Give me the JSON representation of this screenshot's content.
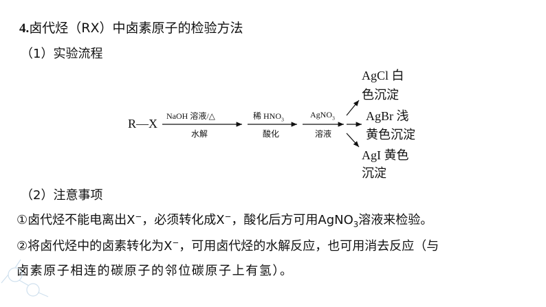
{
  "heading": {
    "number": "4.",
    "text": "卤代烃（RX）中卤素原子的检验方法"
  },
  "section1": {
    "label": "（1）实验流程"
  },
  "flow": {
    "reactant": "R—X",
    "step1_top": "NaOH 溶液/△",
    "step1_bottom": "水解",
    "step2_top_prefix": "稀 HNO",
    "step2_top_sub": "3",
    "step2_bottom": "酸化",
    "step3_top_prefix": "AgNO",
    "step3_top_sub": "3",
    "step3_bottom": "溶液",
    "products": [
      {
        "line1": "AgCl 白",
        "line2": "色沉淀"
      },
      {
        "line1": "AgBr 浅",
        "line2": "黄色沉淀"
      },
      {
        "line1": "AgI 黄色",
        "line2": "沉淀"
      }
    ]
  },
  "section2": {
    "label": "（2）注意事项"
  },
  "notes": {
    "n1_a": "①卤代烃不能电离出X",
    "n1_sup1": "−",
    "n1_b": "，必须转化成X",
    "n1_sup2": "−",
    "n1_c": "，酸化后方可用AgNO",
    "n1_sub": "3",
    "n1_d": "溶液来检验。",
    "n2_a": "②将卤代烃中的卤素转化为X",
    "n2_sup": "−",
    "n2_b": "，可用卤代烃的水解反应，也可用消去反应（与",
    "n2_c": "卤素原子相连的碳原子的邻位碳原子上有氢）。"
  }
}
